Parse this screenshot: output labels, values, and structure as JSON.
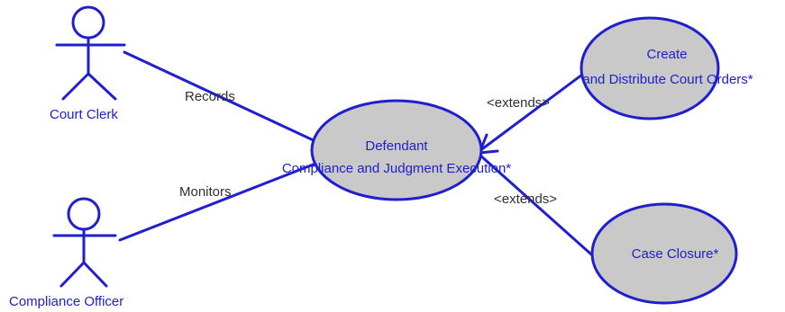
{
  "colors": {
    "line": "#1f1fcf",
    "usecase_fill": "#c9c9c9",
    "label_blue": "#2020c8",
    "label_dark": "#303030",
    "background": "#ffffff"
  },
  "actors": [
    {
      "id": "court-clerk",
      "label": "Court Clerk",
      "icon": "stick-figure-icon"
    },
    {
      "id": "compliance-officer",
      "label": "Compliance Officer",
      "icon": "stick-figure-icon"
    }
  ],
  "use_cases": [
    {
      "id": "defendant-compliance",
      "lines": [
        "Defendant",
        "Compliance and Judgment Execution*"
      ]
    },
    {
      "id": "create-distribute",
      "lines": [
        "Create",
        "and Distribute Court Orders*"
      ]
    },
    {
      "id": "case-closure",
      "lines": [
        "Case Closure*"
      ]
    }
  ],
  "associations": [
    {
      "from": "court-clerk",
      "to": "defendant-compliance",
      "label": "Records"
    },
    {
      "from": "compliance-officer",
      "to": "defendant-compliance",
      "label": "Monitors"
    }
  ],
  "extends": [
    {
      "from": "create-distribute",
      "to": "defendant-compliance",
      "label": "<extends>"
    },
    {
      "from": "case-closure",
      "to": "defendant-compliance",
      "label": "<extends>"
    }
  ]
}
